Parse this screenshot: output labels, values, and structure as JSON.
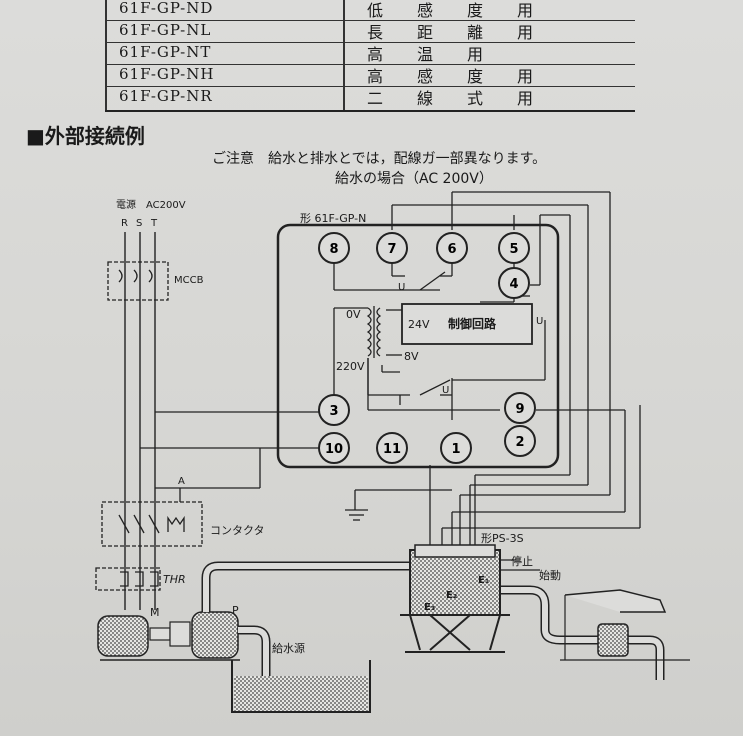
{
  "table": {
    "rows": [
      {
        "model": "61F-GP-ND",
        "use": "低感度用"
      },
      {
        "model": "61F-GP-NL",
        "use": "長距離用"
      },
      {
        "model": "61F-GP-NT",
        "use": "高温用"
      },
      {
        "model": "61F-GP-NH",
        "use": "高感度用"
      },
      {
        "model": "61F-GP-NR",
        "use": "二線式用"
      }
    ]
  },
  "section_heading": "■外部接続例",
  "note": "ご注意　給水と排水とでは，配線ガ一部異なります。",
  "subtitle": "給水の場合（AC 200V）",
  "labels": {
    "power": "電源　AC200V",
    "phases": [
      "R",
      "S",
      "T"
    ],
    "mccb": "MCCB",
    "relay_model": "形 61F-GP-N",
    "v0": "0V",
    "v24": "24V",
    "v220": "220V",
    "v8": "8V",
    "control": "制御回路",
    "u_top": "U",
    "u_bottom": "U",
    "u_right": "U",
    "a": "A",
    "contactor": "コンタクタ",
    "thr": "THR",
    "motor": "M",
    "pump": "P",
    "water_source": "給水源",
    "ps3s": "形PS-3S",
    "stop": "停止",
    "start": "始動",
    "e1": "E₁",
    "e2": "E₂",
    "e3": "E₃"
  },
  "terminals": [
    "8",
    "7",
    "6",
    "5",
    "4",
    "3",
    "9",
    "10",
    "11",
    "1",
    "2"
  ]
}
